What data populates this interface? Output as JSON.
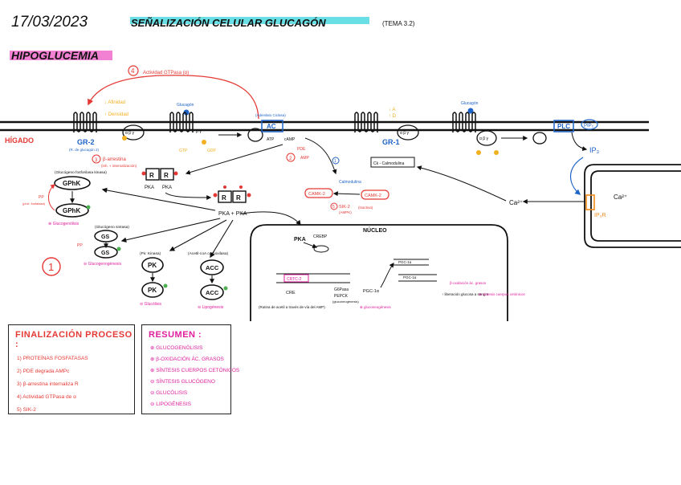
{
  "header": {
    "date": "17/03/2023",
    "title": "SEÑALIZACIÓN CELULAR GLUCAGÓN",
    "subtitle": "(TEMA 3.2)",
    "section": "HIPOGLUCEMIA"
  },
  "membrane": {
    "organ": "HÍGADO",
    "gr2": "GR-2",
    "gr2_note": "(R. de glucagón 2)",
    "gr1": "GR-1",
    "glucagon": "Glucagón",
    "glucagon2": "Glucagón",
    "ac": "AC",
    "ac_note": "(Adenilato Ciclasa)",
    "atp": "ATP",
    "amp": "AMP",
    "camp": "cAMP",
    "pde": "PDE",
    "num2": "2",
    "gtp": "GTP",
    "gdp": "GDP",
    "afinidad": "↓ Afinidad",
    "densidad": "↑ Densidad",
    "lo_a": "↓ A",
    "lo_d": "↑ D",
    "activity_label": "Actividad GTPasa (α)",
    "num4": "4",
    "plc": "PLC",
    "pip2": "PIP₂",
    "ip3": "IP₃",
    "ip3r": "IP₃R",
    "ca_in": "Ca²⁺",
    "ca_out": "Ca²⁺"
  },
  "pka": {
    "r_left": "R",
    "r_right": "R",
    "pka1": "PKA",
    "pka2": "PKA",
    "complex": "PKA + PKA",
    "arrestin_num": "3",
    "arrestin": "β-arrestina",
    "arrestin_note": "(inh. + internalización)"
  },
  "enzymes": {
    "gphk_note": "(Glucógeno fosforilasa kinasa)",
    "gphk_top": "GPhK",
    "gphk_bottom": "GPhK",
    "pp_left": "PP",
    "pp_note": "(prot. fosfatasa)",
    "gphk_result": "⊕ Glucogenólisis",
    "gs_note": "(Glucógeno sintasa)",
    "gs_top": "GS",
    "gs_bottom": "GS",
    "gs_result": "⊖ Glucogenogénesis",
    "pk_note": "(Pir. Kinasa)",
    "pk_top": "PK",
    "pk_bottom": "PK",
    "pk_result": "⊖ Glucólisis",
    "acc_note": "(Acetil-coA carboxilasa)",
    "acc_top": "ACC",
    "acc_bottom": "ACC",
    "acc_result": "⊖ Lipogénesis",
    "circle_num": "1"
  },
  "calcium": {
    "camkk": "CAMK-2",
    "camkk_right": "CAMK-2",
    "calmodulin": "Calmodulina",
    "ck_c": "Ck - Calmodulina",
    "srk_num": "5",
    "srk": "SIK-2",
    "srk_note": "(AMPK)",
    "srk_inh": "(inactiva)",
    "num1b": "1"
  },
  "nucleus": {
    "label": "NÚCLEO",
    "pka": "PKA",
    "creb": "CREBP",
    "crtc": "CRTC-2",
    "cre": "CRE",
    "dna1": "G6Pasa",
    "dna2": "PEPCK",
    "dna_note": "(gluconeogénesis)",
    "pgc": "PGC-1α",
    "amp_note": "⊕ gluconeogénesis",
    "footnote": "(Rutina de acetil a través de vía del AMP)",
    "pgc_a": "PGC-1α",
    "pgc_b": "PGC-1α",
    "fat_ox": "β-oxidación ác. grasos",
    "note_far1": "↑ liberación glucosa a sangre",
    "note_far2": "⊕ síntesis cuerpos cetónicos"
  },
  "finalizacion": {
    "title": "FINALIZACIÓN PROCESO :",
    "items": [
      "1) PROTEÍNAS FOSFATASAS",
      "2) PDE degrada AMPc",
      "3) β-arrestina internaliza R",
      "4) Actividad GTPasa de α",
      "5) SIK-2"
    ]
  },
  "resumen": {
    "title": "RESUMEN :",
    "items": [
      "⊕ GLUCOGENÓLISIS",
      "⊕ β-OXIDACIÓN ÁC. GRASOS",
      "⊕ SÍNTESIS CUERPOS CETÓNICOS",
      "⊖ SÍNTESIS GLUCÓGENO",
      "⊖ GLUCÓLISIS",
      "⊖ LIPOGÉNESIS"
    ]
  }
}
